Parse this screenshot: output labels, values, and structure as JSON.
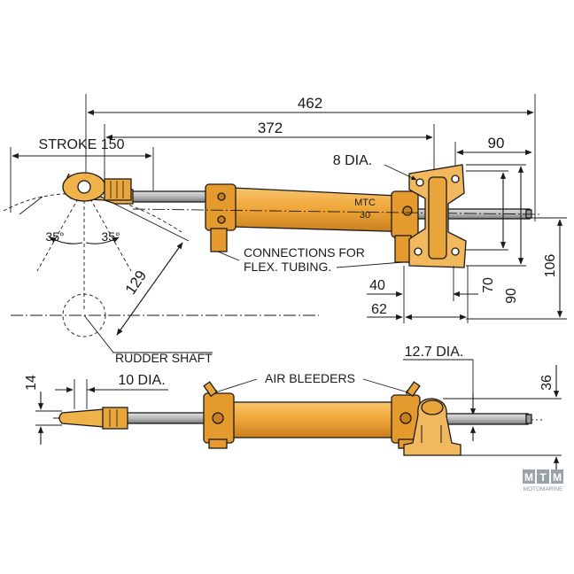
{
  "colors": {
    "cylinder": "#f0a83a",
    "cylinder_dark": "#c97f1e",
    "cylinder_light": "#f7c46b",
    "bracket": "#f2b85e",
    "rod": "#b8b8b8",
    "ink": "#1a1a1a"
  },
  "dimensions": {
    "overall_length": "462",
    "body_length": "372",
    "stroke": "STROKE 150",
    "bracket_hole": "8 DIA.",
    "bracket_offset": "90",
    "height_overall": "106",
    "height_bracket_outer": "90",
    "height_bracket_inner": "70",
    "base_width_inner": "40",
    "base_width_outer": "62",
    "tiller_arm": "129",
    "angle_left": "35°",
    "angle_right": "35°",
    "rod_end_height": "14",
    "rod_end_hole": "10 DIA.",
    "rod_diameter": "12.7 DIA.",
    "side_height": "36"
  },
  "labels": {
    "connections": [
      "CONNECTIONS FOR",
      "FLEX. TUBING."
    ],
    "rudder_shaft": "RUDDER SHAFT",
    "air_bleeders": "AIR BLEEDERS",
    "model": [
      "MTC",
      "30"
    ]
  },
  "watermark": {
    "letters": [
      "M",
      "T",
      "M"
    ],
    "text": "MOTOMARINE"
  }
}
